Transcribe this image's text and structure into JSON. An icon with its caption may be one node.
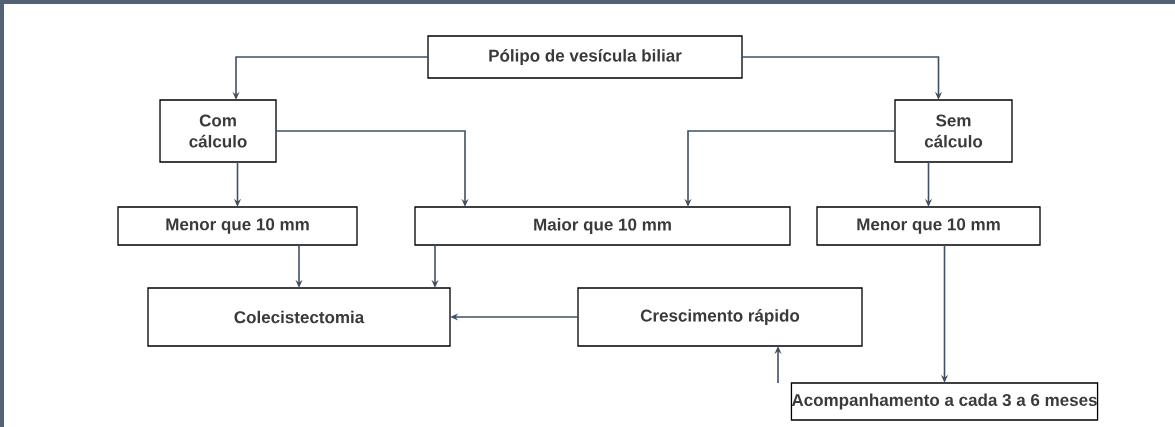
{
  "diagram": {
    "nodes": [
      {
        "text": [
          "Pólipo de vesícula biliar"
        ]
      },
      {
        "text": [
          "Com cálculo"
        ]
      },
      {
        "text": [
          "Sem cálculo"
        ]
      },
      {
        "text": [
          "Menor que 10 mm"
        ]
      },
      {
        "text": [
          "Maior que 10 mm"
        ]
      },
      {
        "text": [
          "Menor que 10 mm"
        ]
      },
      {
        "text": [
          "Colecistectomia"
        ]
      },
      {
        "text": [
          "Crescimento rápido"
        ]
      },
      {
        "text": [
          "Acompanhamento a cada 3 a 6 meses"
        ]
      }
    ],
    "edges": [
      {
        "from": 0,
        "to": 1,
        "arrow": "to"
      },
      {
        "from": 0,
        "to": 2,
        "arrow": "to"
      },
      {
        "from": 1,
        "to": 3,
        "arrow": "to"
      },
      {
        "from": 1,
        "to": 4,
        "arrow": "to"
      },
      {
        "from": 2,
        "to": 4,
        "arrow": "to"
      },
      {
        "from": 2,
        "to": 5,
        "arrow": "to"
      },
      {
        "from": 3,
        "to": 6,
        "arrow": "to"
      },
      {
        "from": 4,
        "to": 6,
        "arrow": "to"
      },
      {
        "from": 5,
        "to": 8,
        "arrow": "to"
      },
      {
        "from": 8,
        "to": 7,
        "arrow": "to"
      },
      {
        "from": 7,
        "to": 6,
        "arrow": "to"
      }
    ]
  }
}
